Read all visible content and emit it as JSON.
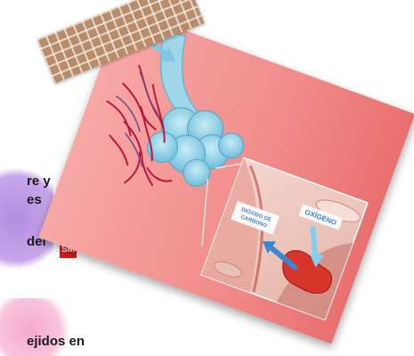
{
  "side_text": {
    "line1": "re y",
    "line2": "es",
    "line3": "del",
    "line4": "ejidos en"
  },
  "diagram": {
    "label_oxygen": "OXÍGENO",
    "label_co2_line1": "DIÓXIDO DE",
    "label_co2_line2": "CARBONO",
    "publisher_logo": "SM"
  },
  "colors": {
    "card_background": "#f0928f",
    "vessel_red": "#c22040",
    "alveoli_blue": "#8fd0e6",
    "arrow_blue": "#3a86d0",
    "blood_cell": "#d63a2a"
  }
}
